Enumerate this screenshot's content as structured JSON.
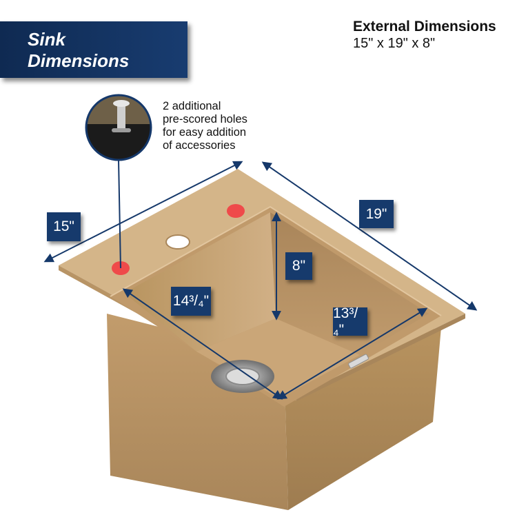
{
  "title": {
    "line1": "Sink",
    "line2": "Dimensions"
  },
  "external": {
    "title": "External Dimensions",
    "value": "15\" x 19\" x 8\""
  },
  "callout": {
    "lines": [
      "2 additional",
      "pre-scored holes",
      "for easy addition",
      "of accessories"
    ]
  },
  "dimensions": {
    "width": "15\"",
    "length": "19\"",
    "depth": "8\"",
    "bowl_length": "14³/₄\"",
    "bowl_width": "13³/₄\""
  },
  "colors": {
    "banner": "#183c70",
    "sink_body": "#c8a577",
    "arrow": "#15386a",
    "hole_marker": "#ef4a4a"
  }
}
